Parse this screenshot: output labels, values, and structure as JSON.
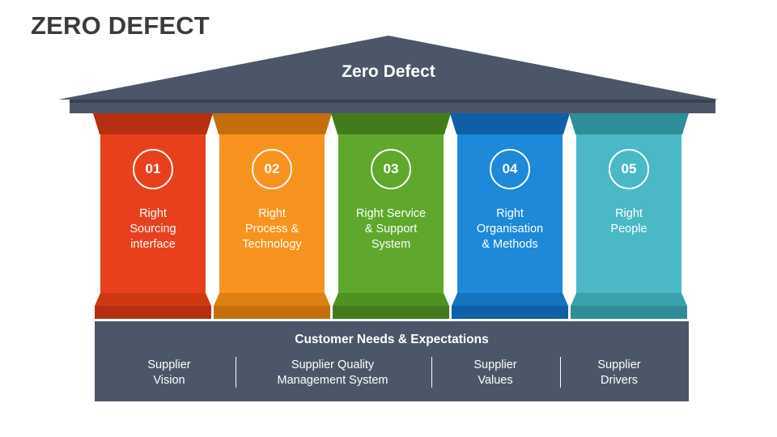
{
  "title": "ZERO DEFECT",
  "roof": {
    "label": "Zero Defect",
    "color": "#4b5768",
    "shadow_color": "#2f3744"
  },
  "pillars": [
    {
      "number": "01",
      "label": "Right\nSourcing\ninterface",
      "color": "#e8401c",
      "dark_color": "#b52f11"
    },
    {
      "number": "02",
      "label": "Right\nProcess &\nTechnology",
      "color": "#f7931e",
      "dark_color": "#c56f0c"
    },
    {
      "number": "03",
      "label": "Right Service\n& Support\nSystem",
      "color": "#5fa82d",
      "dark_color": "#427c1a"
    },
    {
      "number": "04",
      "label": "Right\nOrganisation\n& Methods",
      "color": "#1e88d9",
      "dark_color": "#0f5fa6"
    },
    {
      "number": "05",
      "label": "Right\nPeople",
      "color": "#4ab8c5",
      "dark_color": "#2f8d98"
    }
  ],
  "base": {
    "title": "Customer Needs & Expectations",
    "items": [
      "Supplier\nVision",
      "Supplier Quality\nManagement System",
      "Supplier\nValues",
      "Supplier\nDrivers"
    ]
  }
}
